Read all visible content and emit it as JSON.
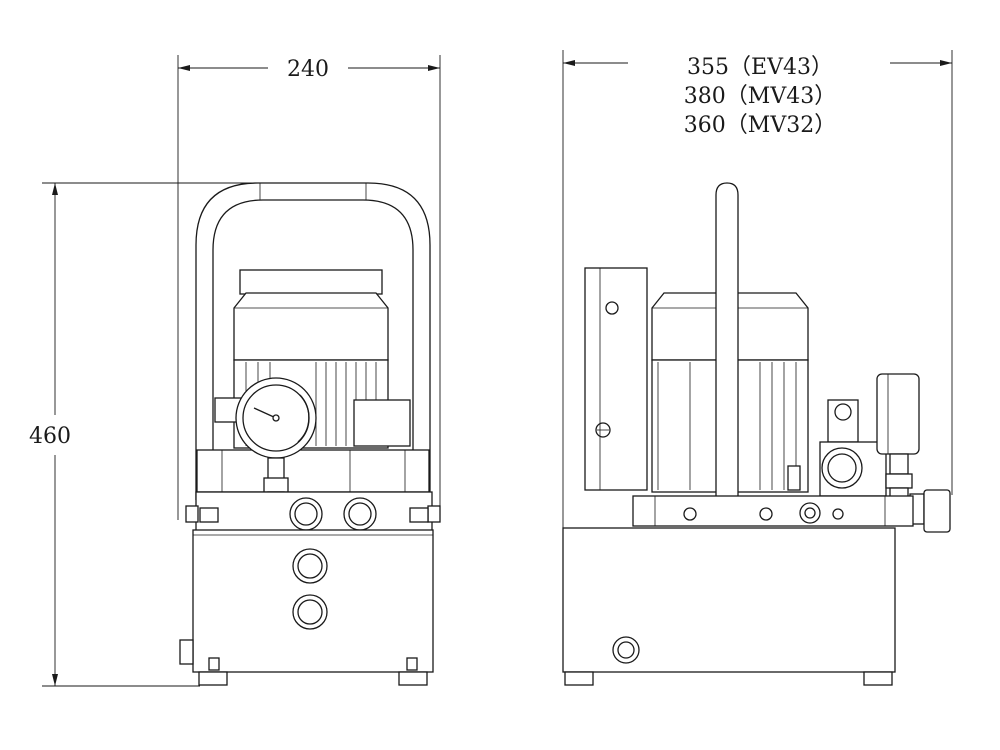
{
  "dimensions": {
    "front_width": "240",
    "front_height": "460",
    "side_widths": [
      "355（EV43）",
      "380（MV43）",
      "360（MV32）"
    ]
  },
  "views": {
    "front": "front-view",
    "side": "side-view"
  }
}
